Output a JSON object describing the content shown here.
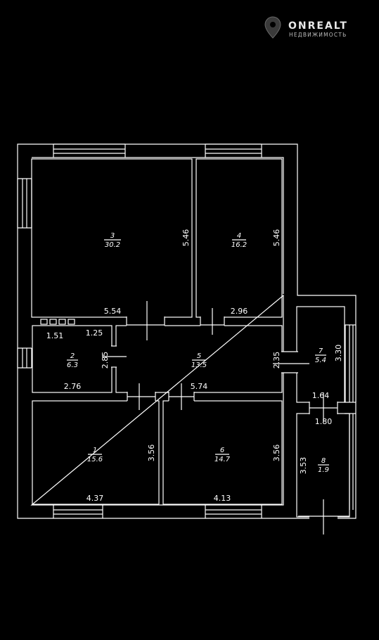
{
  "logo": {
    "name": "ONREALT",
    "tagline": "НЕДВИЖИМОСТЬ"
  },
  "rooms": [
    {
      "id": "room-3",
      "number": "3",
      "area": "30.2"
    },
    {
      "id": "room-4",
      "number": "4",
      "area": "16.2"
    },
    {
      "id": "room-2",
      "number": "2",
      "area": "6.3"
    },
    {
      "id": "room-5",
      "number": "5",
      "area": "13.5"
    },
    {
      "id": "room-7",
      "number": "7",
      "area": "5.4"
    },
    {
      "id": "room-1",
      "number": "1",
      "area": "15.6"
    },
    {
      "id": "room-6",
      "number": "6",
      "area": "14.7"
    },
    {
      "id": "room-8",
      "number": "8",
      "area": "1.9"
    }
  ],
  "dimensions": {
    "room3_width": "5.54",
    "room3_height": "5.46",
    "room4_width": "2.96",
    "room4_height": "5.46",
    "room2_top_a": "1.51",
    "room2_top_b": "1.25",
    "room2_height": "2.85",
    "room2_width": "2.76",
    "room5_width": "5.74",
    "room5_height": "2.35",
    "room7_height": "3.30",
    "room7_width": "1.64",
    "room8_width": "1.80",
    "room8_height": "3.53",
    "room1_height": "3.56",
    "room1_width": "4.37",
    "room6_height": "3.56",
    "room6_width": "4.13"
  }
}
